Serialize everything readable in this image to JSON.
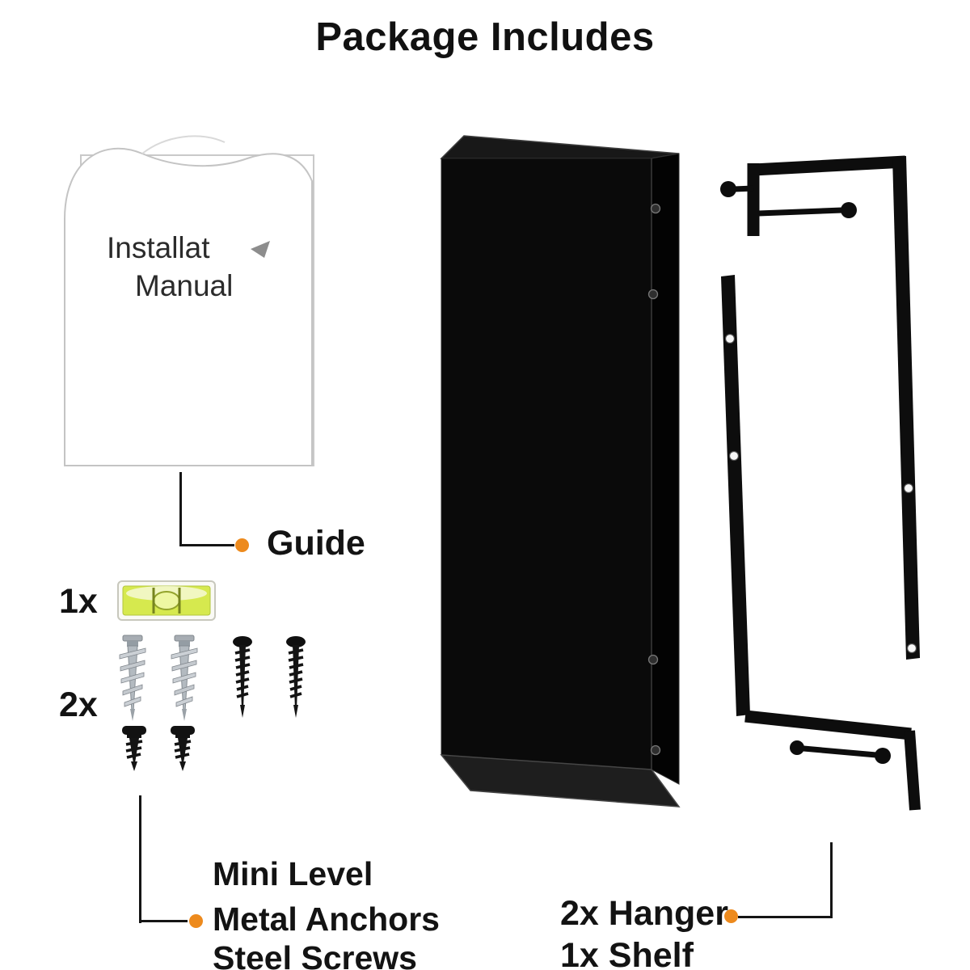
{
  "title": "Package Includes",
  "colors": {
    "accent_dot": "#ED8A1D",
    "product_black": "#0C0C0C",
    "level_green": "#D6E94E"
  },
  "manual": {
    "page_text_line1": "Installat",
    "page_text_line2": "Manual",
    "callout_label": "Guide"
  },
  "hardware": {
    "level_quantity": "1x",
    "anchors_quantity": "2x",
    "callout_labels": [
      "Mini Level",
      "Metal Anchors",
      "Steel Screws"
    ]
  },
  "hanger_shelf": {
    "callout_labels": [
      "2x Hanger",
      "1x Shelf"
    ]
  }
}
